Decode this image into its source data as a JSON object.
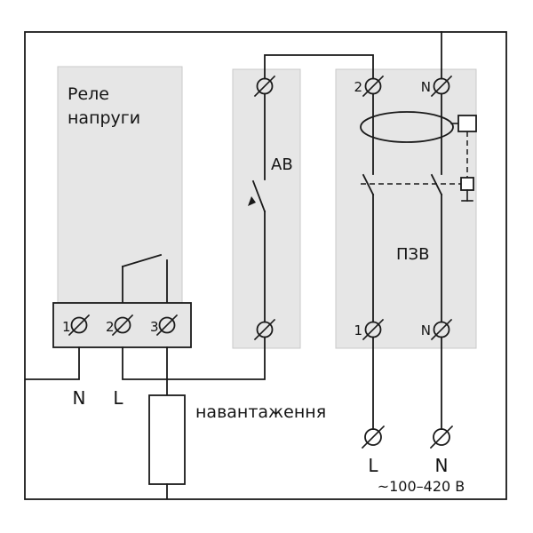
{
  "relay": {
    "title_line1": "Реле",
    "title_line2": "напруги",
    "terminals": [
      "1",
      "2",
      "3"
    ]
  },
  "breaker": {
    "label": "АВ"
  },
  "rcd": {
    "label": "ПЗВ",
    "top_terminals": [
      "2",
      "N"
    ],
    "bottom_terminals": [
      "1",
      "N"
    ]
  },
  "load": {
    "label": "навантаження"
  },
  "feed": {
    "neutral": "N",
    "line": "L"
  },
  "mains": {
    "line": "L",
    "neutral": "N",
    "voltage": "~100–420 В"
  },
  "colors": {
    "block_fill": "#e6e6e6",
    "line": "#1a1a1a",
    "background": "#ffffff"
  }
}
